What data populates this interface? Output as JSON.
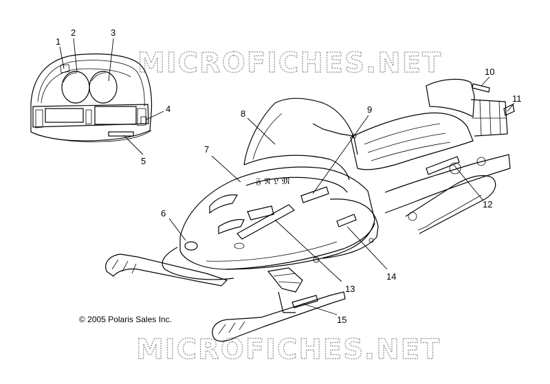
{
  "watermark": {
    "top": "MICROFICHES.NET",
    "bottom": "MICROFICHES.NET"
  },
  "copyright": "© 2005 Polaris Sales Inc.",
  "callouts": {
    "c1": "1",
    "c2": "2",
    "c3": "3",
    "c4": "4",
    "c5": "5",
    "c6": "6",
    "c7": "7",
    "c8": "8",
    "c9": "9",
    "c10": "10",
    "c11": "11",
    "c12": "12",
    "c13": "13",
    "c14": "14",
    "c15": "15"
  }
}
